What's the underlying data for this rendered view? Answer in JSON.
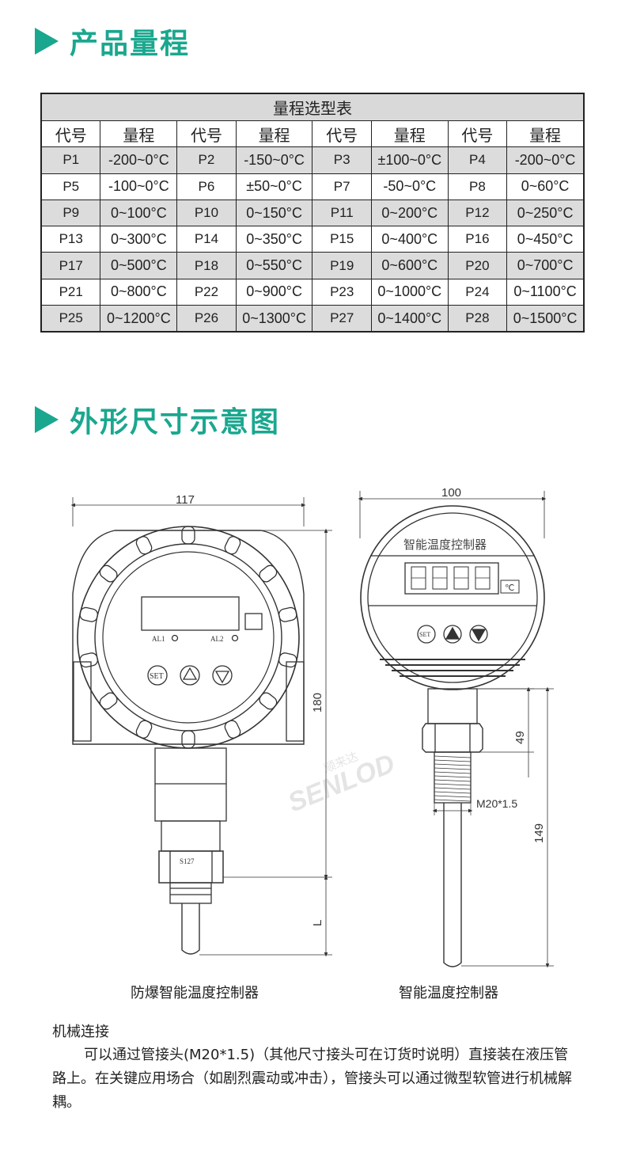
{
  "sections": {
    "range_title": "产品量程",
    "dimension_title": "外形尺寸示意图"
  },
  "range_table": {
    "caption": "量程选型表",
    "headers": [
      "代号",
      "量程",
      "代号",
      "量程",
      "代号",
      "量程",
      "代号",
      "量程"
    ],
    "rows": [
      [
        "P1",
        "-200~0°C",
        "P2",
        "-150~0°C",
        "P3",
        "±100~0°C",
        "P4",
        "-200~0°C"
      ],
      [
        "P5",
        "-100~0°C",
        "P6",
        "±50~0°C",
        "P7",
        "-50~0°C",
        "P8",
        "0~60°C"
      ],
      [
        "P9",
        "0~100°C",
        "P10",
        "0~150°C",
        "P11",
        "0~200°C",
        "P12",
        "0~250°C"
      ],
      [
        "P13",
        "0~300°C",
        "P14",
        "0~350°C",
        "P15",
        "0~400°C",
        "P16",
        "0~450°C"
      ],
      [
        "P17",
        "0~500°C",
        "P18",
        "0~550°C",
        "P19",
        "0~600°C",
        "P20",
        "0~700°C"
      ],
      [
        "P21",
        "0~800°C",
        "P22",
        "0~900°C",
        "P23",
        "0~1000°C",
        "P24",
        "0~1100°C"
      ],
      [
        "P25",
        "0~1200°C",
        "P26",
        "0~1300°C",
        "P27",
        "0~1400°C",
        "P28",
        "0~1500°C"
      ]
    ]
  },
  "diagram": {
    "left": {
      "width_dim": "117",
      "height_dim": "180",
      "length_dim": "L",
      "al1": "AL1",
      "al2": "AL2",
      "set": "SET",
      "nut_label": "S127",
      "caption": "防爆智能温度控制器"
    },
    "right": {
      "width_dim": "100",
      "face_title": "智能温度控制器",
      "unit": "℃",
      "set": "SET",
      "dim_49": "49",
      "dim_thread": "M20*1.5",
      "dim_149": "149",
      "caption": "智能温度控制器"
    },
    "watermark": {
      "brand": "SENLOD",
      "cn": "顺来达"
    }
  },
  "mechanical": {
    "heading": "机械连接",
    "body": "可以通过管接头(M20*1.5)（其他尺寸接头可在订货时说明）直接装在液压管路上。在关键应用场合（如剧烈震动或冲击），管接头可以通过微型软管进行机械解耦。"
  },
  "colors": {
    "accent": "#1aa78f",
    "row_shade": "#dcdcdc"
  }
}
